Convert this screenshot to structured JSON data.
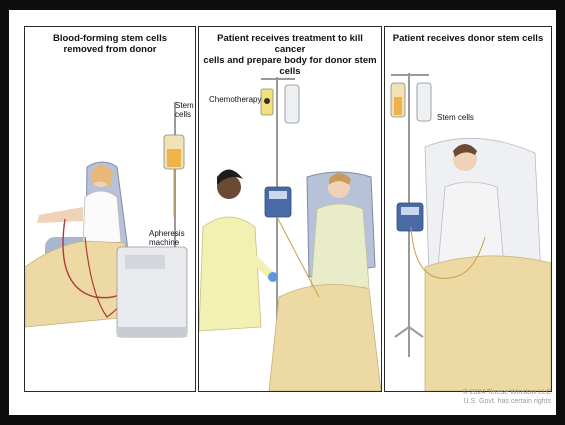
{
  "panels": [
    {
      "title_lines": [
        "Blood-forming stem cells",
        "removed from donor"
      ],
      "labels": {
        "stem_cells": [
          "Stem",
          "cells"
        ],
        "apheresis": [
          "Apheresis",
          "machine"
        ]
      }
    },
    {
      "title_lines": [
        "Patient receives treatment to kill cancer",
        "cells and prepare body for donor stem cells"
      ],
      "labels": {
        "chemotherapy": "Chemotherapy"
      }
    },
    {
      "title_lines": [
        "Patient receives donor stem cells"
      ],
      "labels": {
        "stem_cells": "Stem cells"
      }
    }
  ],
  "credit": [
    "© 2024 Terese Winslow LLC",
    "U.S. Govt. has certain rights"
  ],
  "colors": {
    "frame": "#0d0d0d",
    "blanket": "#ecd9a4",
    "gown": "#e9ecc8",
    "chair": "#9aa8c4",
    "blood": "#b23a3a",
    "pump": "#4a6aa6"
  }
}
